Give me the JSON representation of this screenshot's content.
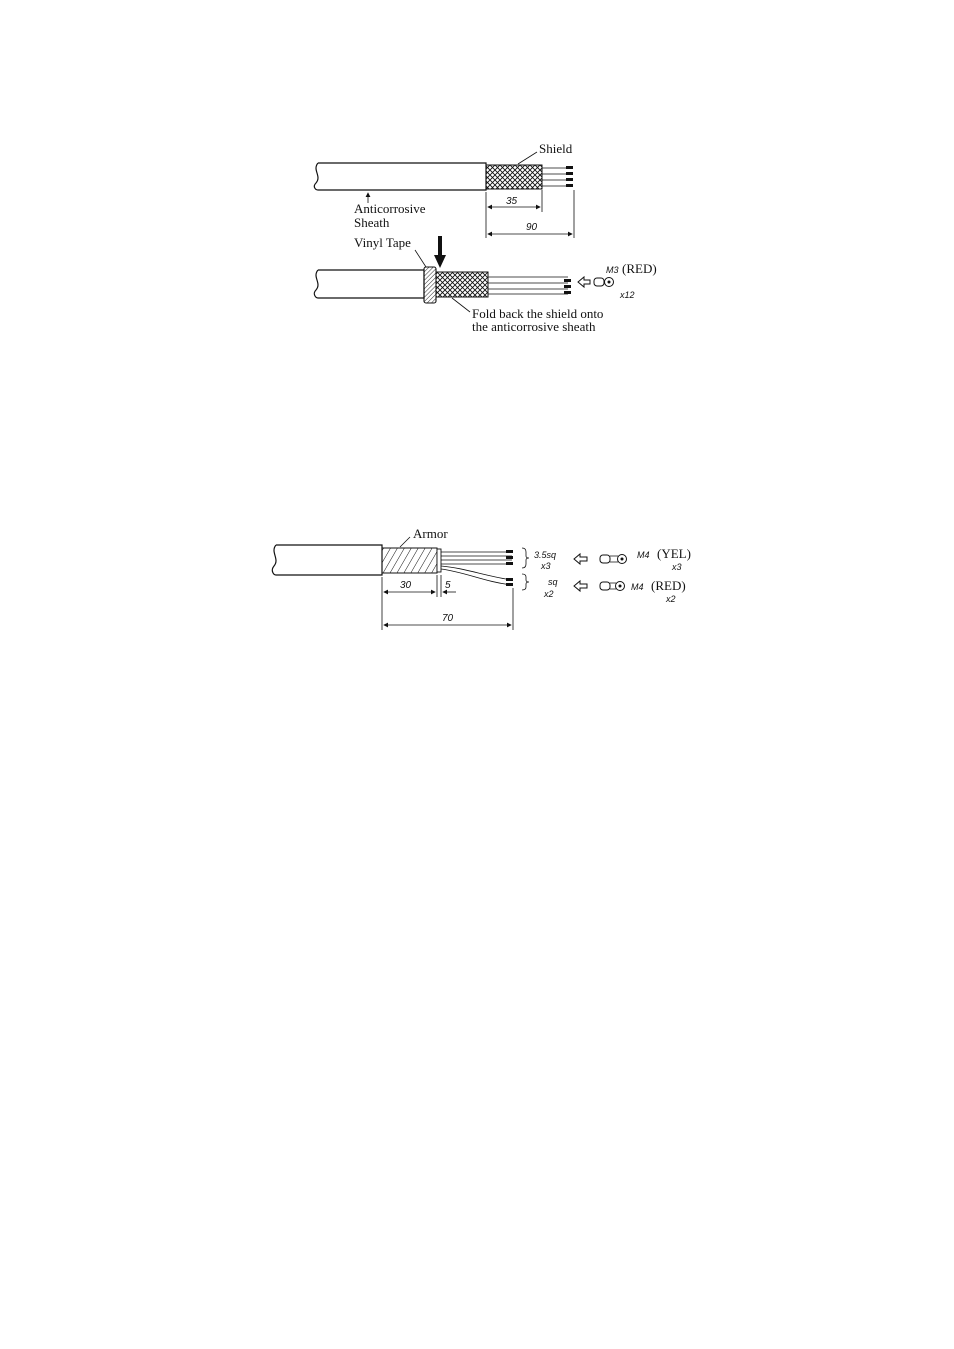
{
  "figure_top": {
    "labels": {
      "shield": "Shield",
      "anticorrosive_sheath_1": "Anticorrosive",
      "anticorrosive_sheath_2": "Sheath",
      "vinyl_tape": "Vinyl Tape",
      "fold_back_1": "Fold back the shield onto",
      "fold_back_2": "the anticorrosive sheath",
      "terminal_size": "M3",
      "terminal_color": "(RED)",
      "terminal_qty": "x12"
    },
    "dimensions": {
      "shield_length": "35",
      "strip_length": "90"
    }
  },
  "figure_bottom": {
    "labels": {
      "armor": "Armor",
      "wire_group_1_gauge": "3.5sq",
      "wire_group_1_qty": "x3",
      "wire_group_2_gauge": "sq",
      "wire_group_2_qty": "x2",
      "terminal_1_size": "M4",
      "terminal_1_color": "(YEL)",
      "terminal_1_qty": "x3",
      "terminal_2_size": "M4",
      "terminal_2_color": "(RED)",
      "terminal_2_qty": "x2"
    },
    "dimensions": {
      "armor_length": "30",
      "gap_length": "5",
      "strip_length": "70"
    }
  }
}
